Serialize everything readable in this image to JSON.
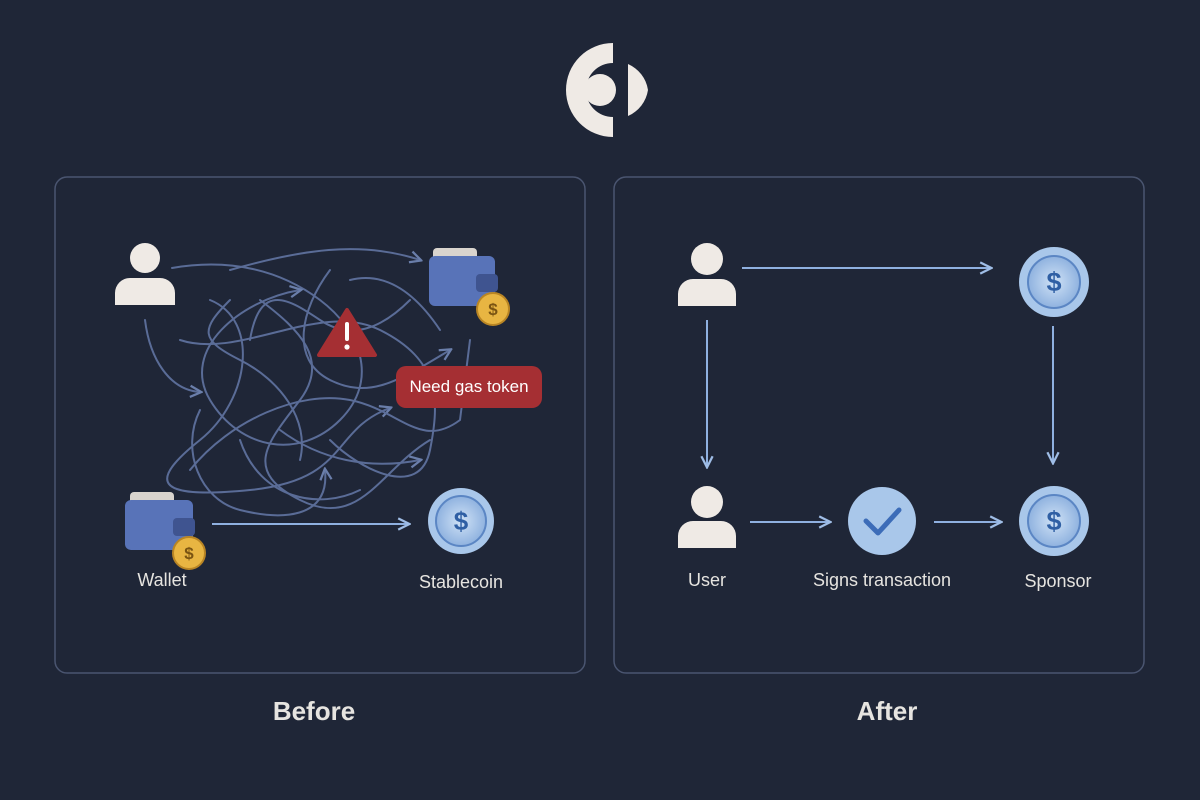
{
  "colors": {
    "background": "#1f2637",
    "panel_border": "#4a5570",
    "flow_line_before": "#5c6f99",
    "flow_line_after": "#8fb0e0",
    "icon_light": "#efeae5",
    "coin_blue": "#a9c7ea",
    "wallet_blue": "#5873b8",
    "gold": "#e8b542",
    "warning_red": "#a52f33"
  },
  "logo": {
    "icon": "ring-logo-icon"
  },
  "before": {
    "caption": "Before",
    "warning_badge": "Need gas token",
    "warning_icon": "warning-triangle-icon",
    "nodes": {
      "wallet_label": "Wallet",
      "stablecoin_label": "Stablecoin"
    }
  },
  "after": {
    "caption": "After",
    "nodes": {
      "user_label": "User",
      "signs_label": "Signs transaction",
      "sponsor_label": "Sponsor"
    }
  }
}
